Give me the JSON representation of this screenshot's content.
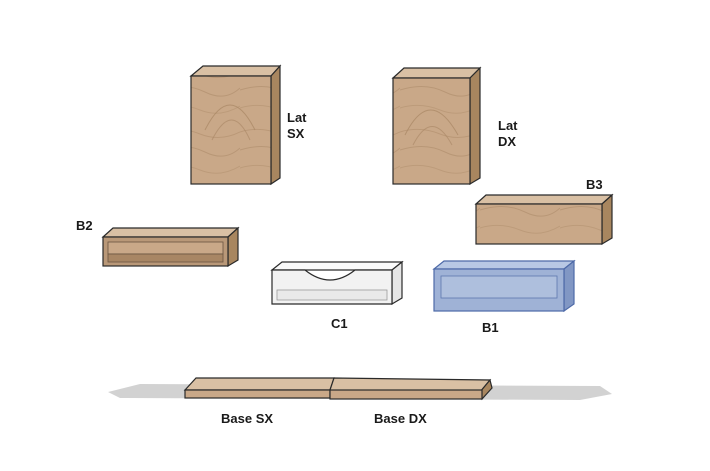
{
  "colors": {
    "wood_face": "#c9a888",
    "wood_grain": "#a88664",
    "wood_edge": "#b49070",
    "outline": "#2a2a2a",
    "c1_face": "#f2f2f2",
    "b1_fill": "#9fb2d6",
    "b1_stroke": "#4e6aa8",
    "shadow": "#d2d2d2"
  },
  "labels": {
    "lat_sx_line1": "Lat",
    "lat_sx_line2": "SX",
    "lat_dx_line1": "Lat",
    "lat_dx_line2": "DX",
    "b3": "B3",
    "b2": "B2",
    "c1": "C1",
    "b1": "B1",
    "base_sx": "Base SX",
    "base_dx": "Base DX"
  }
}
